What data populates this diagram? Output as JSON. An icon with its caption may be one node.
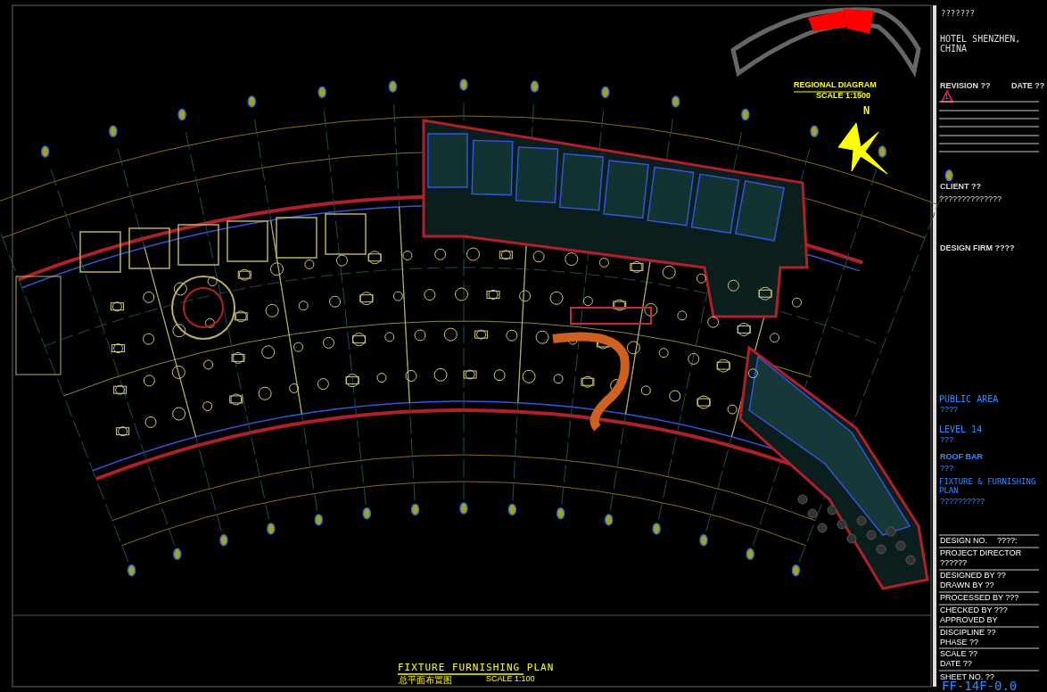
{
  "diagram": {
    "title": "FIXTURE FURNISHING PLAN",
    "labels": [
      "???????",
      "HOTEL SHENZHEN, CHINA",
      "REVISION ??",
      "DATE ??",
      "1",
      "CLIENT ??",
      "??????????????",
      "DESIGN FIRM ????",
      "PUBLIC AREA",
      "????",
      "LEVEL 14",
      "???",
      "ROOF BAR",
      "???",
      "FIXTURE & FURNISHING PLAN",
      "??????????",
      "DESIGN NO.",
      "????:",
      "PROJECT DIRECTOR",
      "??????",
      "DESIGNED BY ??",
      "DRAWN BY ??",
      "PROCESSED BY ???",
      "CHECKED BY ???",
      "APPROVED BY",
      "DISCIPLINE ??",
      "PHASE ??",
      "SCALE ??",
      "DATE ??",
      "SHEET NO. ??",
      "FF-14F-0.0",
      "REGIONAL DIAGRAM",
      "SCALE 1:1500",
      "N",
      "总平面布置图",
      "SCALE 1:100"
    ]
  }
}
